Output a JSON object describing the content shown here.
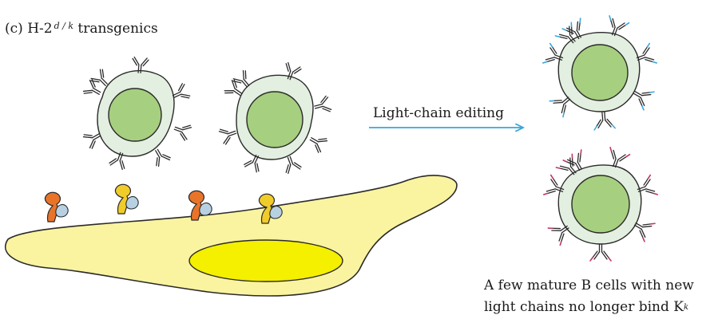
{
  "panel": {
    "label": "(c) H-2",
    "superscript": "d / k",
    "label_suffix": "transgenics"
  },
  "process": {
    "arrow_label": "Light-chain editing"
  },
  "caption": {
    "line1": "A few mature B cells with new",
    "line2_prefix": "light chains no longer bind K",
    "line2_superscript": "k"
  },
  "colors": {
    "cell_membrane": "#e3efe0",
    "cell_nucleus": "#a6cf7f",
    "stromal_cell": "#faf3a0",
    "stromal_nucleus": "#f5ef00",
    "mhc_orange": "#e8742a",
    "mhc_yellow": "#f0cc2a",
    "peptide_blue": "#b7d1e3",
    "edited_chain_blue": "#3aa6d9",
    "edited_chain_magenta": "#c0336a",
    "arrow": "#3aa6d9"
  }
}
